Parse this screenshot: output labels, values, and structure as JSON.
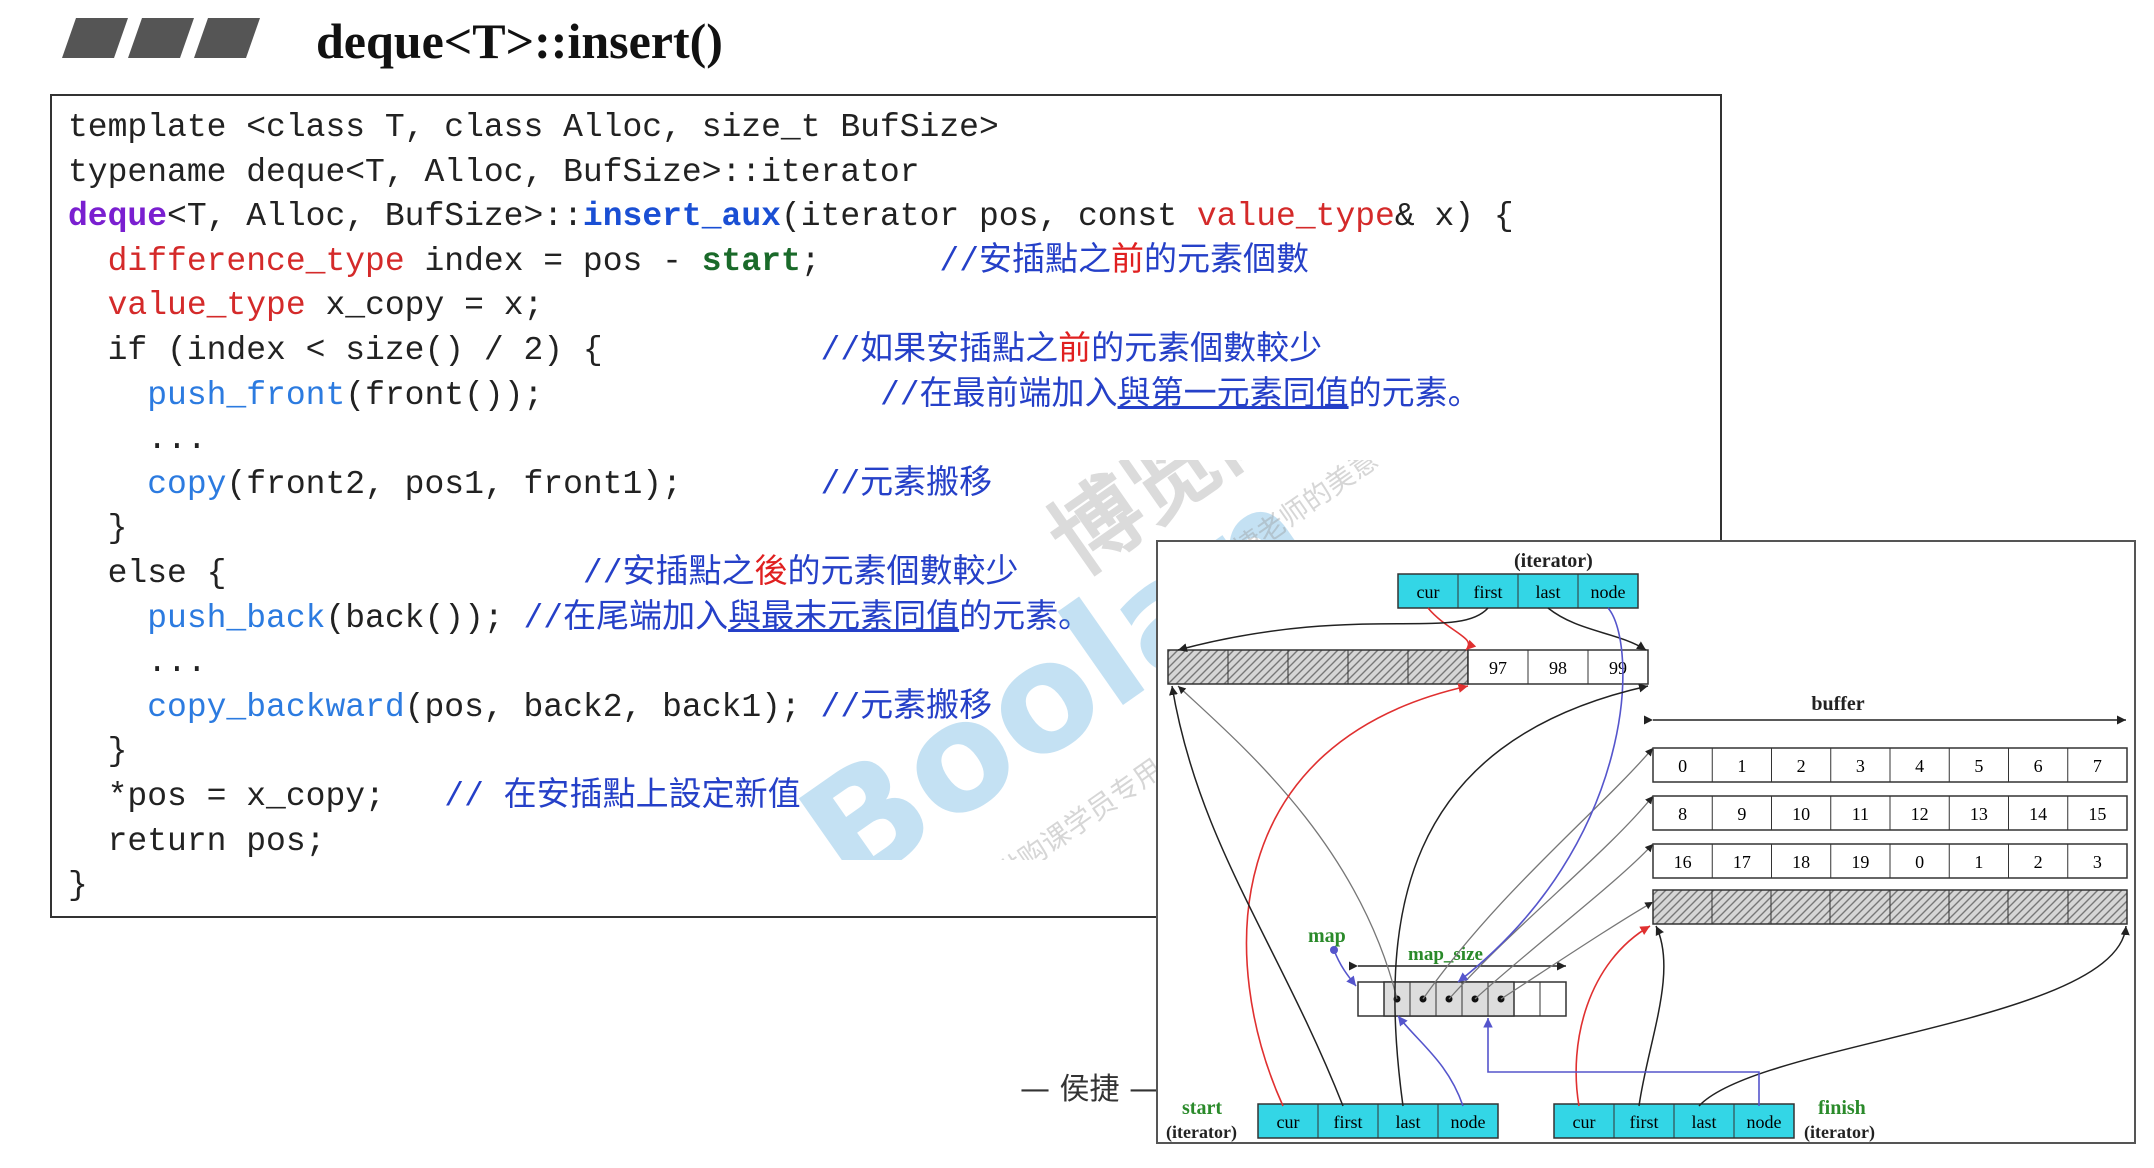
{
  "header": {
    "title": "deque<T>::insert()"
  },
  "code": {
    "l1": "template <class T, class Alloc, size_t BufSize>",
    "l2": "typename deque<T, Alloc, BufSize>::iterator",
    "l3_kw": "deque",
    "l3_a": "<T, Alloc, BufSize>::",
    "l3_fn": "insert_aux",
    "l3_b": "(iterator pos, const ",
    "l3_ty": "value_type",
    "l3_c": "& x) {",
    "l4_ty": "difference_type",
    "l4_a": " index = pos - ",
    "l4_st": "start",
    "l4_b": ";      ",
    "l4_cm_a": "//安插點之",
    "l4_cm_hl": "前",
    "l4_cm_b": "的元素個數",
    "l5_ty": "value_type",
    "l5_a": " x_copy = x;",
    "l6_a": "if (index < size() / 2) {           ",
    "l6_cm_a": "//如果安插點之",
    "l6_cm_hl": "前",
    "l6_cm_b": "的元素個數較少",
    "l7_fc": "push_front",
    "l7_a": "(front());                 ",
    "l7_cm_a": "//在最前端加入",
    "l7_cm_ul": "與第一元素同值",
    "l7_cm_b": "的元素。",
    "l8": "...",
    "l9_fc": "copy",
    "l9_a": "(front2, pos1, front1);       ",
    "l9_cm": "//元素搬移",
    "l10": "}",
    "l11_a": "else {                  ",
    "l11_cm_a": "//安插點之",
    "l11_cm_hl": "後",
    "l11_cm_b": "的元素個數較少",
    "l12_fc": "push_back",
    "l12_a": "(back()); ",
    "l12_cm_a": "//在尾端加入",
    "l12_cm_ul": "與最末元素同值",
    "l12_cm_b": "的元素。",
    "l13": "...",
    "l14_fc": "copy_backward",
    "l14_a": "(pos, back2, back1); ",
    "l14_cm": "//元素搬移",
    "l15": "}",
    "l16_a": "*pos = x_copy;   ",
    "l16_cm": "// 在安插點上設定新值",
    "l17": "return pos;",
    "l18": "}"
  },
  "caption": "— 侯捷 —",
  "diagram": {
    "top_iterator_label": "(iterator)",
    "iter_fields": [
      "cur",
      "first",
      "last",
      "node"
    ],
    "top_buffer_values": [
      "97",
      "98",
      "99"
    ],
    "buffer_label": "buffer",
    "buffer_rows": [
      [
        "0",
        "1",
        "2",
        "3",
        "4",
        "5",
        "6",
        "7"
      ],
      [
        "8",
        "9",
        "10",
        "11",
        "12",
        "13",
        "14",
        "15"
      ],
      [
        "16",
        "17",
        "18",
        "19",
        "0",
        "1",
        "2",
        "3"
      ]
    ],
    "map_label": "map",
    "map_size_label": "map_size",
    "start_label": "start",
    "start_sub": "(iterator)",
    "finish_label": "finish",
    "finish_sub": "(iterator)"
  },
  "watermark": {
    "brand": "Boolan",
    "brand_cn": "博览网",
    "line1": "本讲义仅供购课学员专用，",
    "line2": "伤害侯捷老师的美意与苦心"
  },
  "colors": {
    "cell_cyan": "#33d6e6",
    "red_pointer": "#e03030",
    "blue_pointer": "#5555cc",
    "label_green": "#2a8a2a",
    "watermark_blue": "#55aadd"
  }
}
